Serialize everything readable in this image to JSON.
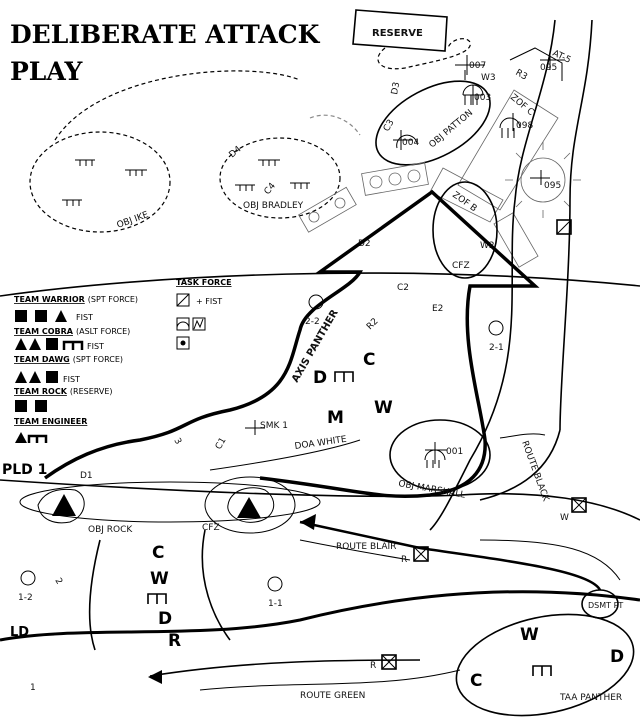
{
  "title": {
    "line1": "DELIBERATE ATTACK",
    "line2": "PLAY"
  },
  "reserve_box": "RESERVE",
  "objectives": {
    "ike": "OBJ IKE",
    "bradley": "OBJ BRADLEY",
    "patton": "OBJ PATTON",
    "marshall": "OBJ MARSHALL",
    "rock": "OBJ ROCK"
  },
  "zones": {
    "zof_c": "ZOF C",
    "zof_b": "ZOF B",
    "cfz_north": "CFZ",
    "cfz_south": "CFZ",
    "dsmt": "DSMT PT",
    "taa": "TAA PANTHER"
  },
  "targets": [
    "007",
    "003",
    "004",
    "098",
    "095",
    "095",
    "001"
  ],
  "control_points": {
    "w3": "W3",
    "r3": "R3",
    "at5": "AT-5",
    "d3": "D3",
    "c3": "C3",
    "d4": "D4",
    "c4": "C4",
    "d2": "D2",
    "c2": "C2",
    "w2": "W2",
    "e2": "E2",
    "r2": "R2",
    "d1": "D1",
    "c1": "C1",
    "smk1": "SMK 1",
    "p3": "3",
    "p2": "2",
    "p1": "1"
  },
  "positions": {
    "p22": "2-2",
    "p21": "2-1",
    "p12": "1-2",
    "p11": "1-1"
  },
  "lines": {
    "axis": "AXIS PANTHER",
    "doa": "DOA WHITE",
    "pld": "PLD 1",
    "ld": "LD"
  },
  "routes": {
    "black": "ROUTE BLACK",
    "blair": "ROUTE BLAIR",
    "green": "ROUTE GREEN"
  },
  "unit_letters": {
    "blair_unit": "R",
    "black_unit": "W",
    "green_unit": "R"
  },
  "axis_letters": [
    "C",
    "D",
    "W",
    "M"
  ],
  "rock_letters": [
    "C",
    "W",
    "D",
    "R"
  ],
  "taa_letters": [
    "W",
    "D",
    "C"
  ],
  "task_force": {
    "heading": "TASK FORCE",
    "plus_fist": "+ FIST"
  },
  "legend": [
    {
      "name": "TEAM WARRIOR",
      "role": "(SPT FORCE)",
      "fist": "FIST"
    },
    {
      "name": "TEAM COBRA",
      "role": "(ASLT FORCE)",
      "fist": "FIST"
    },
    {
      "name": "TEAM DAWG",
      "role": "(SPT FORCE)",
      "fist": "FIST"
    },
    {
      "name": "TEAM ROCK",
      "role": "(RESERVE)",
      "fist": ""
    },
    {
      "name": "TEAM ENGINEER",
      "role": "",
      "fist": ""
    }
  ]
}
